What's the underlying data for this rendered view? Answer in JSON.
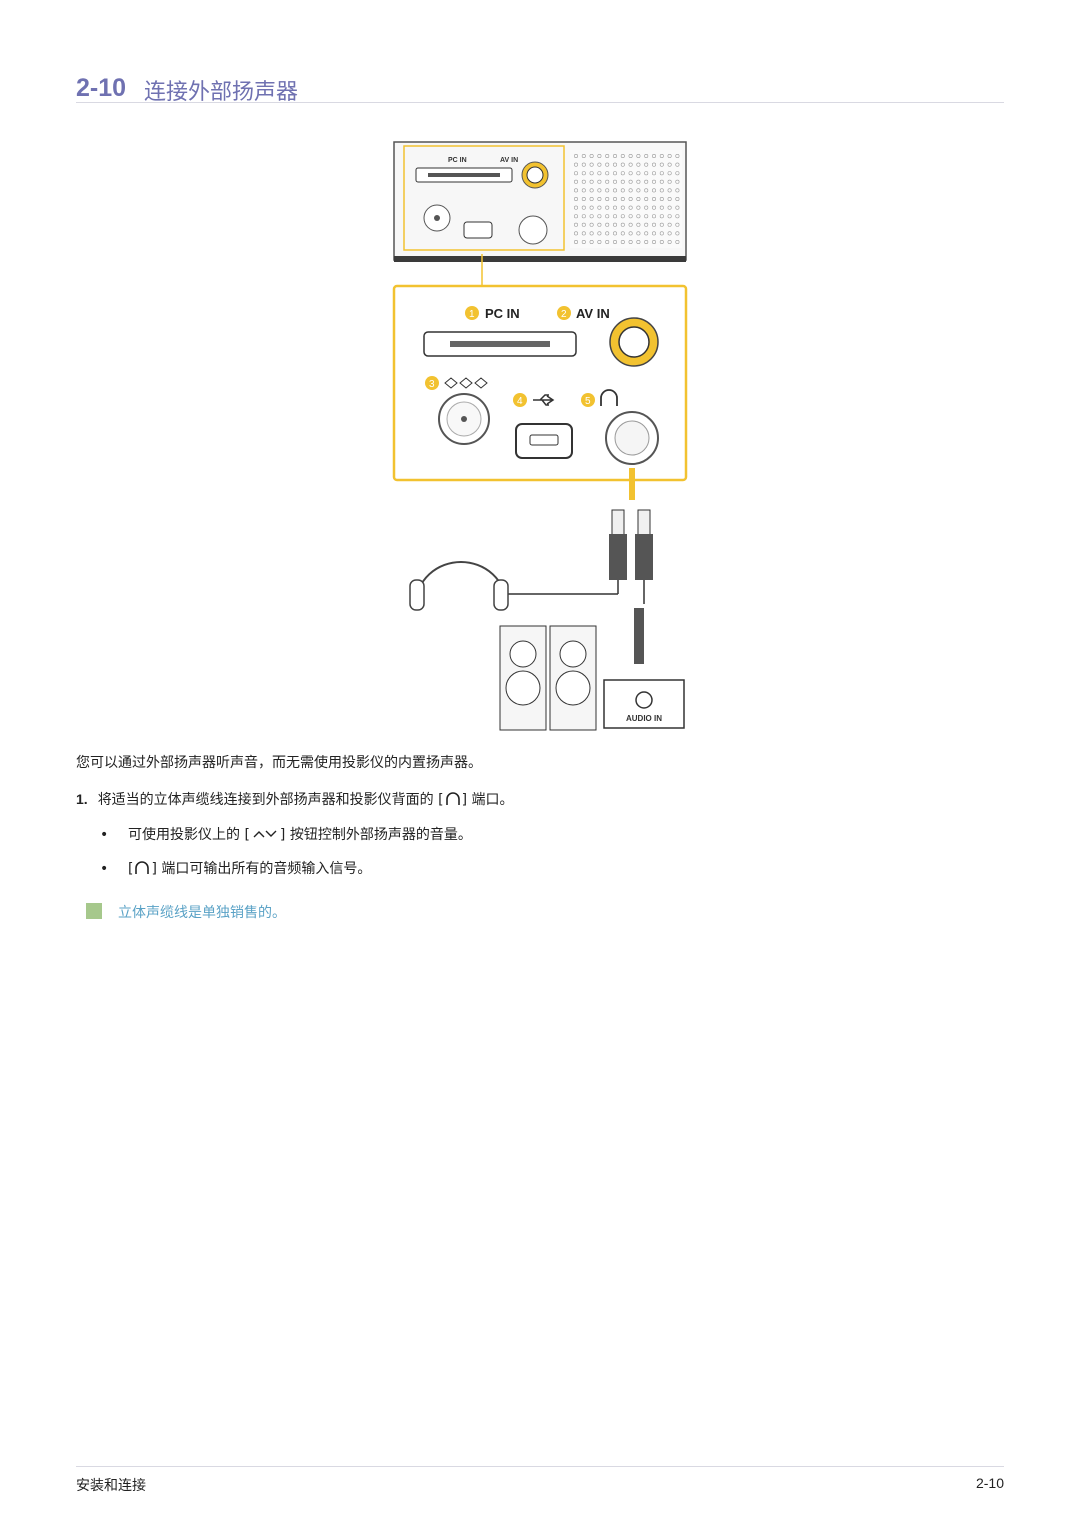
{
  "section": {
    "number": "2-10",
    "title": "连接外部扬声器"
  },
  "figure": {
    "small_labels": {
      "pc_in": "PC IN",
      "av_in": "AV IN"
    },
    "zoom_labels": {
      "pc_in": "PC IN",
      "av_in": "AV IN"
    },
    "badges": [
      "1",
      "2",
      "3",
      "4",
      "5"
    ],
    "audio_in_label": "AUDIO IN",
    "icons": [
      "power-port-icon",
      "usb-icon",
      "headphone-icon"
    ]
  },
  "body": {
    "intro": "您可以通过外部扬声器听声音，而无需使用投影仪的内置扬声器。",
    "step1": {
      "number": "1.",
      "text_before": "将适当的立体声缆线连接到外部扬声器和投影仪背面的 [",
      "text_after": "] 端口。"
    },
    "bullets": [
      {
        "text_before": "可使用投影仪上的 [",
        "text_after": "] 按钮控制外部扬声器的音量。"
      },
      {
        "text_before": "[",
        "text_after": "] 端口可输出所有的音频输入信号。"
      }
    ],
    "note": "立体声缆线是单独销售的。"
  },
  "footer": {
    "chapter": "安装和连接",
    "page": "2-10"
  },
  "colors": {
    "accent": "#6f71b1",
    "highlight": "#f2c230",
    "note": "#5aa2c6"
  }
}
